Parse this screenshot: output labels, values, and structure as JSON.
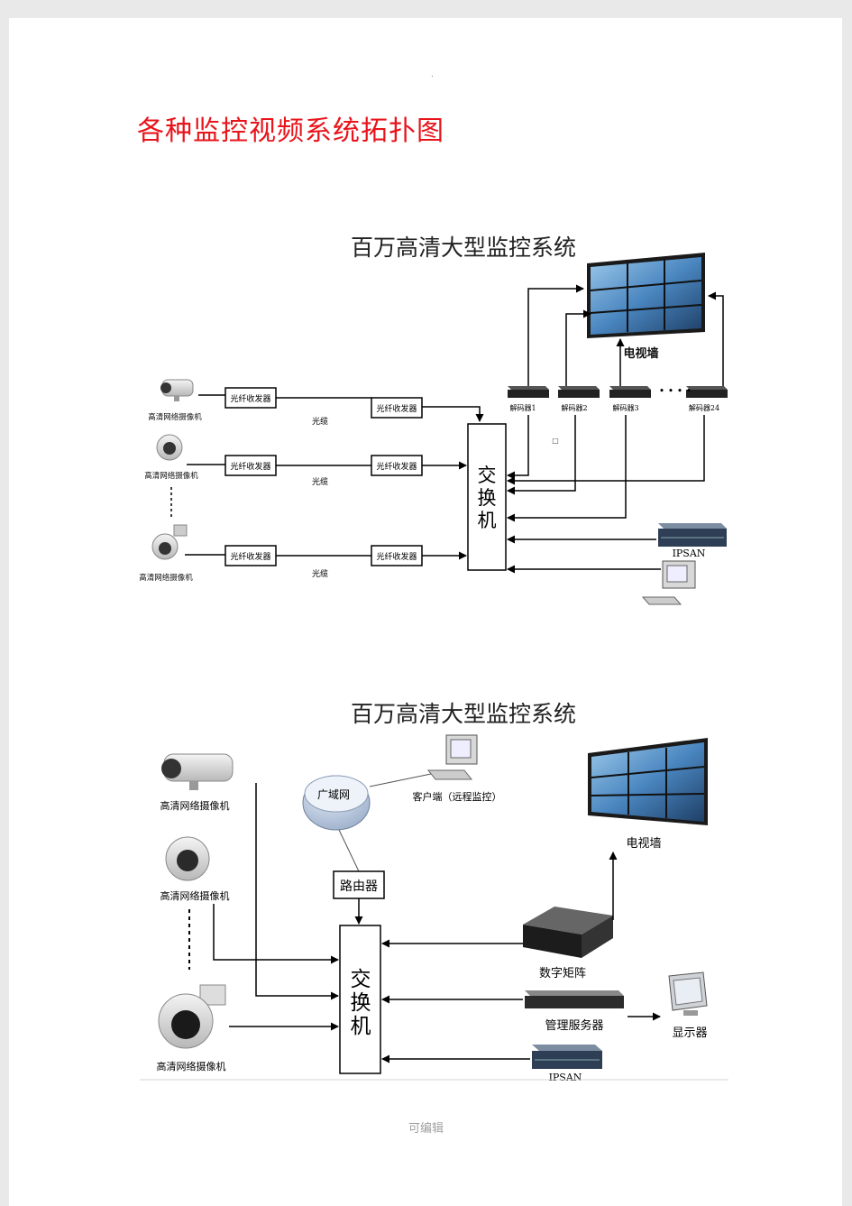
{
  "header_mark": ".",
  "title": "各种监控视频系统拓扑图",
  "footer": "可编辑",
  "diagram1": {
    "title": "百万高清大型监控系统",
    "tv_wall": "电视墙",
    "cameras": [
      "高清网络摄像机",
      "高清网络摄像机",
      "高清网络摄像机"
    ],
    "transceiver": "光纤收发器",
    "fiber": "光缆",
    "switch": [
      "交",
      "换",
      "机"
    ],
    "decoders": [
      "解码器1",
      "解码器2",
      "解码器3",
      "解码器24"
    ],
    "decoder_dots": "• • • •",
    "storage": "IPSAN",
    "small_mark": "□"
  },
  "diagram2": {
    "title": "百万高清大型监控系统",
    "cameras": [
      "高清网络摄像机",
      "高清网络摄像机",
      "高清网络摄像机"
    ],
    "wan": "广域网",
    "client": "客户端（远程监控）",
    "router": "路由器",
    "switch": [
      "交",
      "换",
      "机"
    ],
    "tv_wall": "电视墙",
    "matrix": "数字矩阵",
    "mgmt": "管理服务器",
    "monitor": "显示器",
    "storage": "IPSAN"
  }
}
